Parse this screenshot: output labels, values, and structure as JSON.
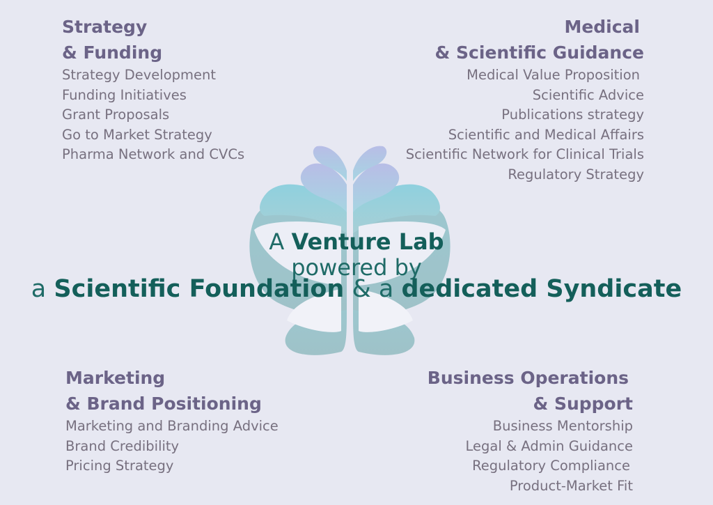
{
  "quadrants": {
    "top_left": {
      "title_line1": "Strategy",
      "title_line2": "& Funding",
      "items": [
        "Strategy Development",
        "Funding Initiatives",
        "Grant Proposals",
        "Go to Market Strategy",
        "Pharma Network and CVCs"
      ]
    },
    "top_right": {
      "title_line1": "Medical",
      "title_line2": "& Scientific Guidance",
      "items": [
        "Medical Value Proposition",
        "Scientific Advice",
        "Publications strategy",
        "Scientific and Medical Affairs",
        "Scientific Network for Clinical Trials",
        "Regulatory Strategy"
      ]
    },
    "bottom_left": {
      "title_line1": "Marketing",
      "title_line2": "& Brand Positioning",
      "items": [
        "Marketing and Branding Advice",
        "Brand Credibility",
        "Pricing Strategy"
      ]
    },
    "bottom_right": {
      "title_line1": "Business Operations",
      "title_line2": "& Support",
      "items": [
        "Business Mentorship",
        "Legal & Admin Guidance",
        "Regulatory Compliance",
        "Product-Market Fit"
      ]
    }
  },
  "center": {
    "line1_a": "A ",
    "line1_b": "Venture Lab",
    "line2": "powered by",
    "line3_a": "a ",
    "line3_b": "Scientific Foundation",
    "line3_c": " & a ",
    "line3_d": "dedicated Syndicate"
  },
  "colors": {
    "background": "#e7e8f2",
    "heading": "#6b6387",
    "item": "#77707f",
    "center_text": "#1f6b67"
  },
  "icons": [
    "brain-petal-icon"
  ]
}
